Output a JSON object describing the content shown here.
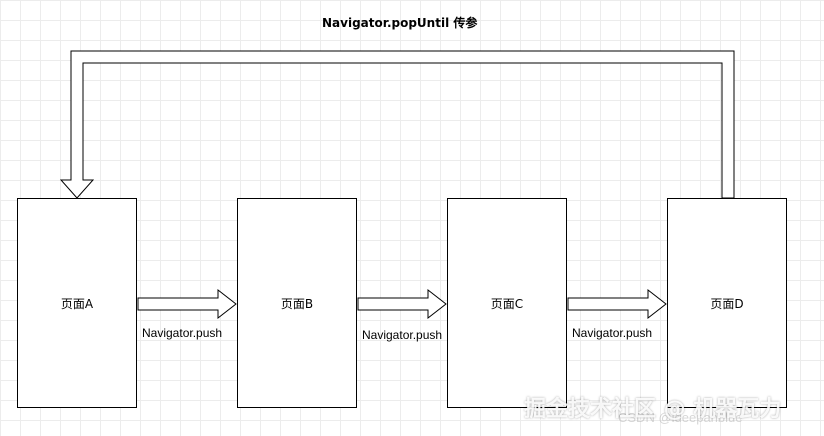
{
  "title": "Navigator.popUntil  传参",
  "pages": [
    {
      "label": "页面A"
    },
    {
      "label": "页面B"
    },
    {
      "label": "页面C"
    },
    {
      "label": "页面D"
    }
  ],
  "push_labels": [
    "Navigator.push",
    "Navigator.push",
    "Navigator.push"
  ],
  "watermark": "掘金技术社区 @ 机器瓦力",
  "watermark_sub": "CSDN @ideepanblue"
}
